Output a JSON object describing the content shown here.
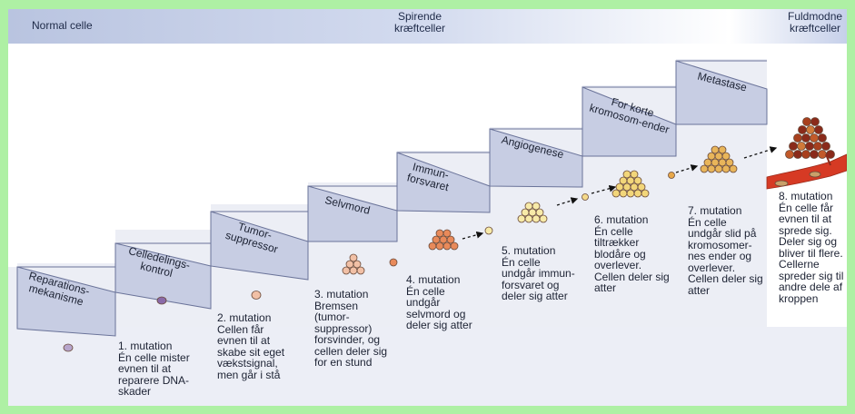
{
  "header": {
    "left": "Normal celle",
    "center": "Spirende\nkræftceller",
    "right": "Fuldmodne\nkræftceller"
  },
  "steps": [
    {
      "label": "Reparations-\nmekanisme"
    },
    {
      "label": "Celledelings-\nkontrol"
    },
    {
      "label": "Tumor-\nsuppressor"
    },
    {
      "label": "Selvmord"
    },
    {
      "label": "Immun-\nforsvaret"
    },
    {
      "label": "Angiogenese"
    },
    {
      "label": "For korte\nkromosom-ender"
    },
    {
      "label": "Metastase"
    }
  ],
  "mutations": [
    {
      "text": "1. mutation\nÉn celle mister\nevnen til at\nreparere DNA-\nskader"
    },
    {
      "text": "2. mutation\nCellen får\nevnen til at\nskabe sit eget\nvækstsignal,\nmen går i stå"
    },
    {
      "text": "3. mutation\nBremsen\n(tumor-\nsuppressor)\nforsvinder, og\ncellen deler sig\nfor en stund"
    },
    {
      "text": "4. mutation\nÉn celle\nundgår\nselvmord og\ndeler sig atter"
    },
    {
      "text": "5. mutation\nÉn celle\nundgår immun-\nforsvaret og\ndeler sig atter"
    },
    {
      "text": "6. mutation\nÉn celle\ntiltrækker\nblodåre og\noverlever.\nCellen deler sig\natter"
    },
    {
      "text": "7. mutation\nÉn celle\nundgår slid på\nkromosomer-\nnes ender og\noverlever.\nCellen deler sig\natter"
    },
    {
      "text": "8. mutation\nÉn celle får\nevnen til at\nsprede sig.\nDeler sig og\nbliver til flere.\nCellerne\nspreder sig til\nandre dele af\nkroppen"
    }
  ],
  "colors": {
    "stair_top": "#e8eaf3",
    "stair_front": "#c9cfe5",
    "stair_line": "#6a7399",
    "cell_purple": "#8a6aa8",
    "cell_peach": "#f1c0a6",
    "cell_orange": "#e88a5a",
    "cell_cream": "#f7eaa8",
    "cell_gold": "#e8b55a",
    "cell_darkred": "#8a2a1a",
    "vessel": "#d63a24"
  }
}
